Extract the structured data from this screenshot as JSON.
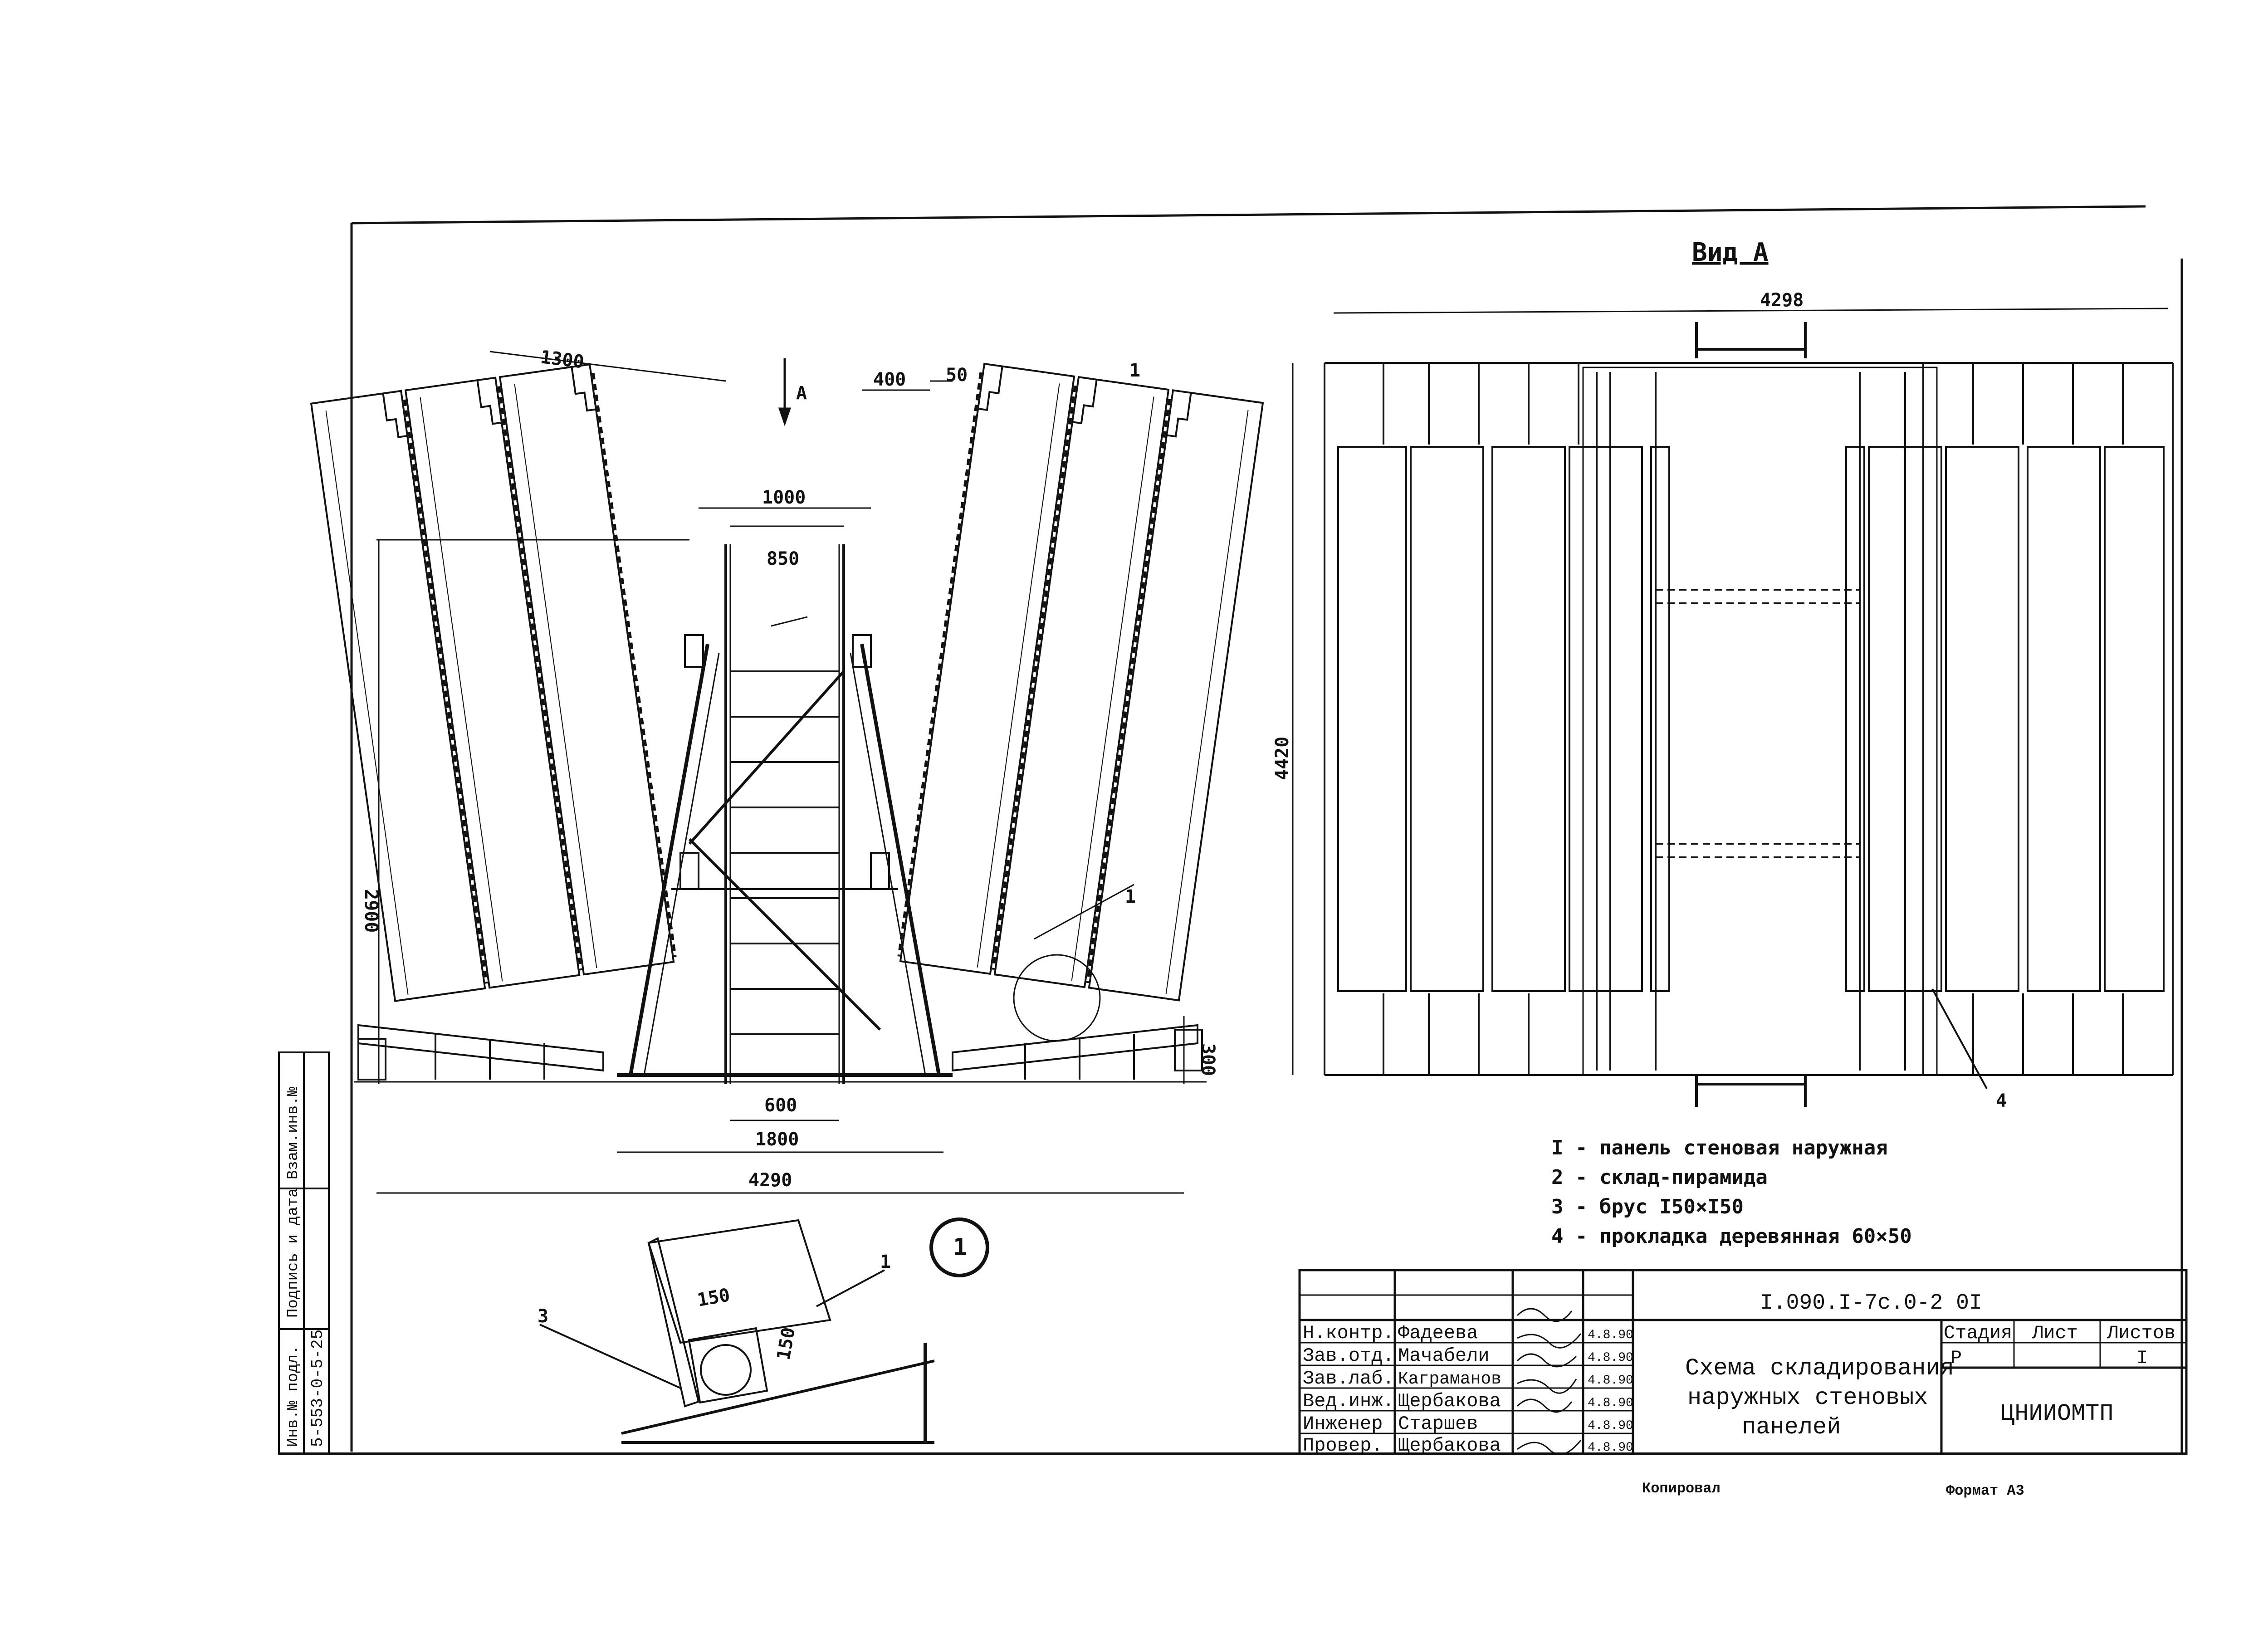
{
  "view_label": "Вид А",
  "arrow_label": "А",
  "dims": {
    "d1300": "1300",
    "d400": "400",
    "d50": "50",
    "d1000": "1000",
    "d850": "850",
    "d2900": "2900",
    "d600": "600",
    "d1800": "1800",
    "d4290_left": "4290",
    "d300": "300",
    "d4298": "4298",
    "d4420": "4420",
    "d150a": "150",
    "d150b": "150"
  },
  "callouts": {
    "c1_top": "1",
    "c1_mid": "1",
    "c4": "4",
    "c1_detail": "1",
    "c3_detail": "3",
    "circle_mark": "1"
  },
  "legend": [
    "I - панель стеновая наружная",
    "2 - склад-пирамида",
    "3 - брус I50×I50",
    "4 - прокладка деревянная 60×50"
  ],
  "side_stamp": [
    "Инв.№ подл.",
    "Подпись и дата",
    "Взам.инв.№"
  ],
  "side_stamp_value": "5-553-0-5-25",
  "title_block": {
    "code": "I.090.I-7с.0-2 0I",
    "title_lines": [
      "Схема складирования",
      "наружных стеновых",
      "панелей"
    ],
    "col_stage": "Стадия",
    "col_sheet": "Лист",
    "col_sheets": "Листов",
    "stage": "Р",
    "sheet": "",
    "sheets": "I",
    "org": "ЦНИИОМТП",
    "rows": [
      {
        "role": "Н.контр.",
        "name": "Фадеева",
        "date": "4.8.90"
      },
      {
        "role": "Зав.отд.",
        "name": "Мачабели",
        "date": "4.8.90"
      },
      {
        "role": "Зав.лаб.",
        "name": "Каграманов",
        "date": "4.8.90"
      },
      {
        "role": "Вед.инж.",
        "name": "Щербакова",
        "date": "4.8.90"
      },
      {
        "role": "Инженер",
        "name": "Старшев",
        "date": "4.8.90"
      },
      {
        "role": "Провер.",
        "name": "Щербакова",
        "date": "4.8.90"
      }
    ]
  },
  "footer": {
    "copied": "Копировал",
    "format": "Формат А3"
  }
}
